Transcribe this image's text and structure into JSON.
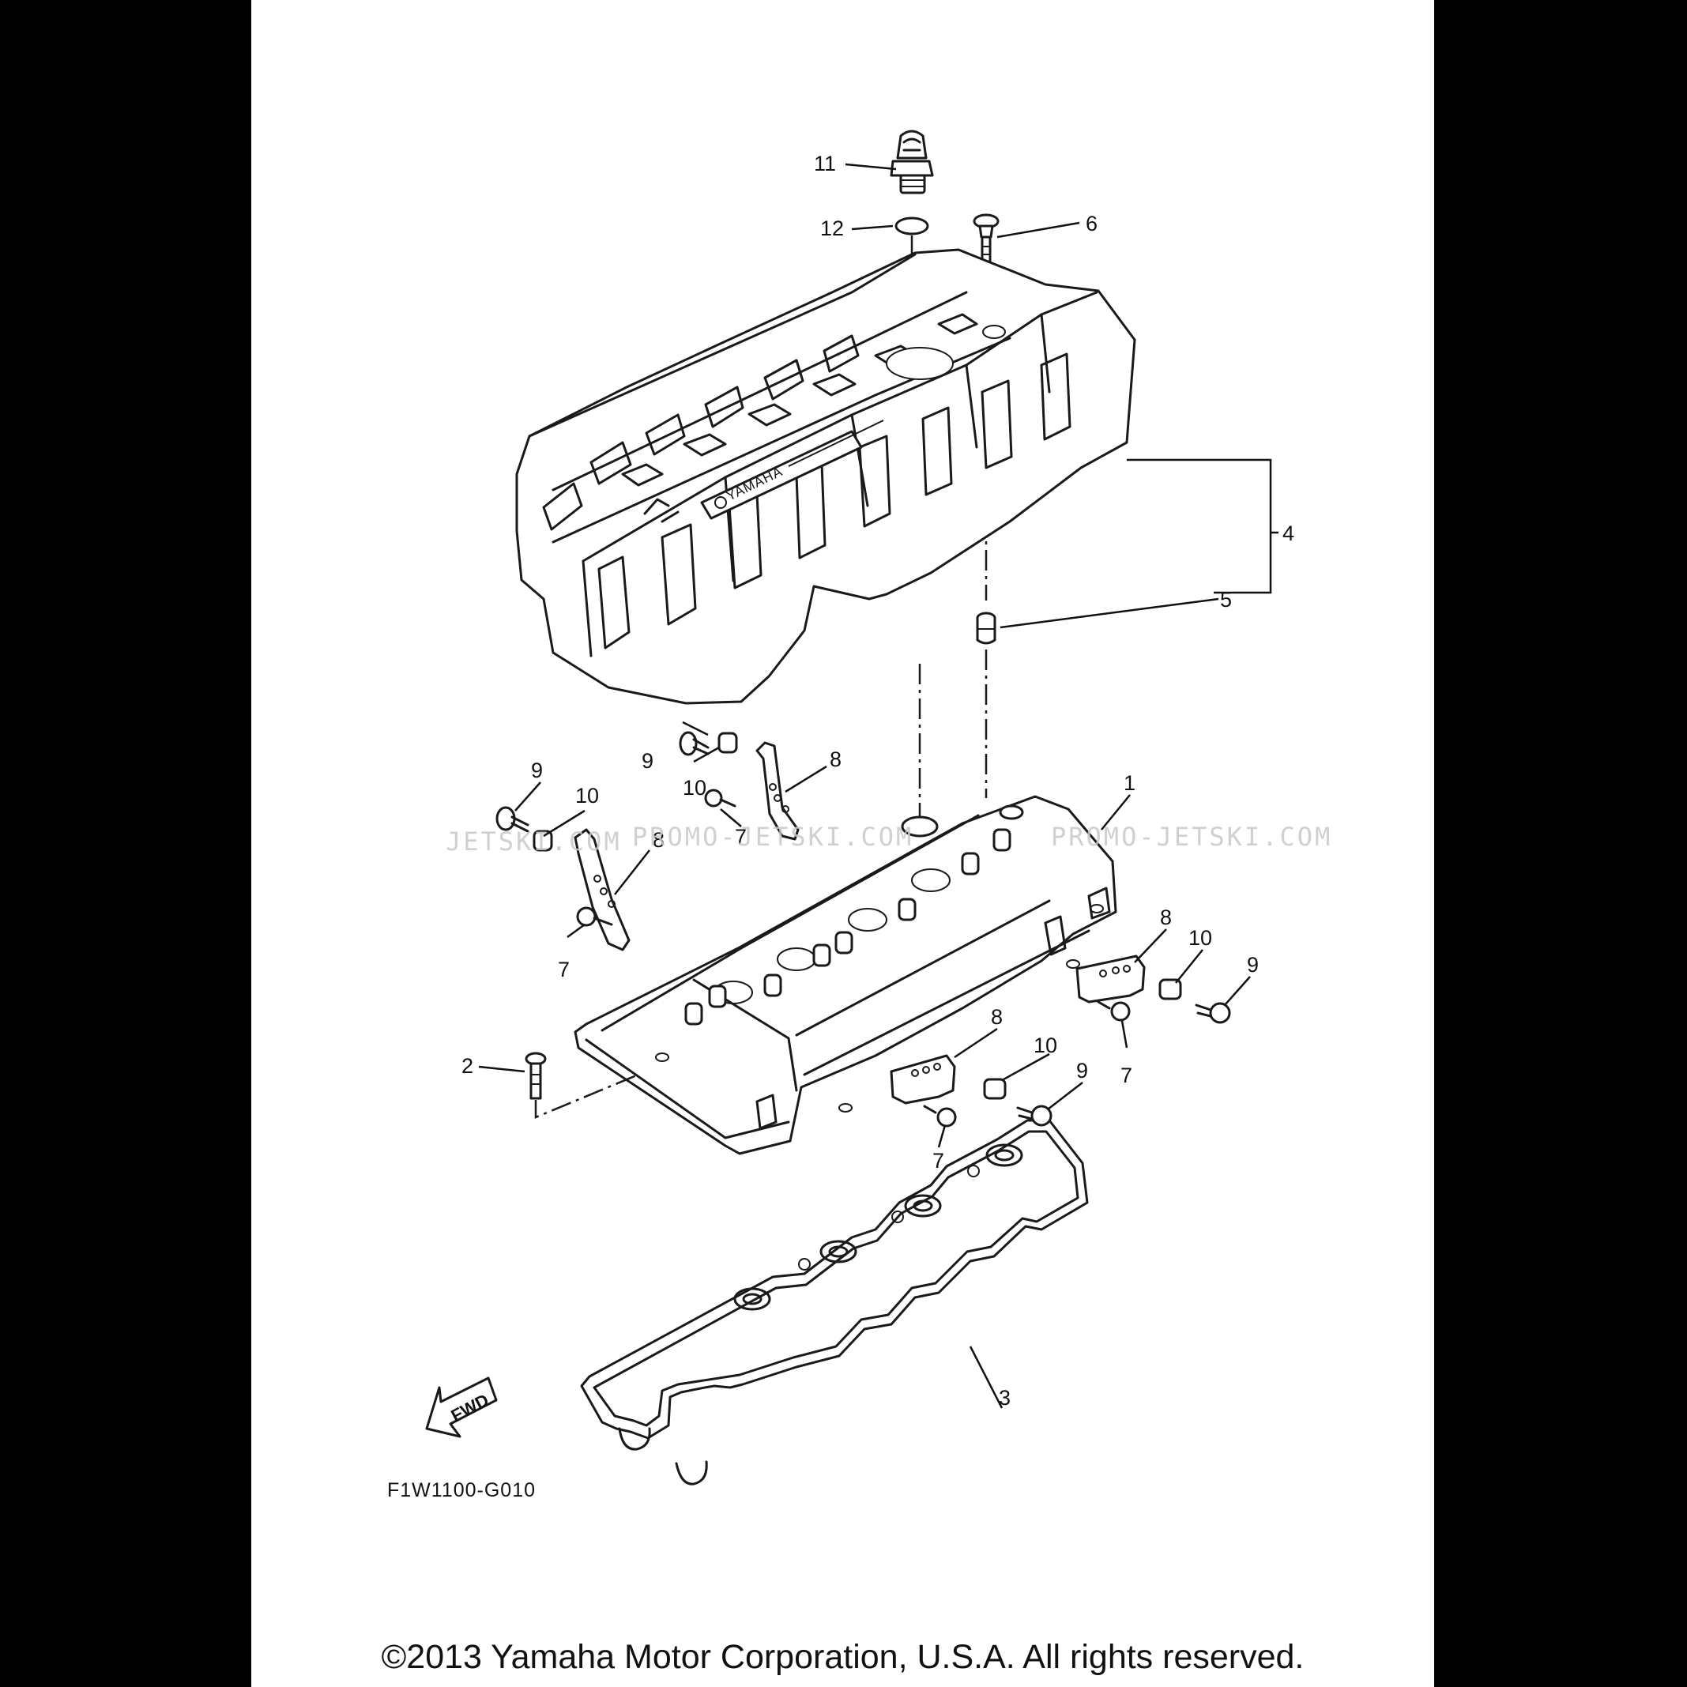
{
  "callouts": {
    "c1": "1",
    "c2": "2",
    "c3": "3",
    "c4": "4",
    "c5": "5",
    "c6": "6",
    "c7": "7",
    "c8": "8",
    "c9": "9",
    "c10": "10",
    "c11": "11",
    "c12": "12"
  },
  "brand_text": "YAMAHA",
  "fwd_label": "FWD",
  "diagram_code": "F1W1100-G010",
  "copyright": "©2013 Yamaha Motor Corporation, U.S.A. All rights reserved.",
  "watermarks": [
    "JETSKI.COM",
    "PROMO-JETSKI.COM",
    "PROMO-JETSKI.COM"
  ],
  "colors": {
    "line": "#1a1a1a",
    "paper": "#ffffff",
    "background": "#000000",
    "watermark": "#c8c8c8"
  }
}
